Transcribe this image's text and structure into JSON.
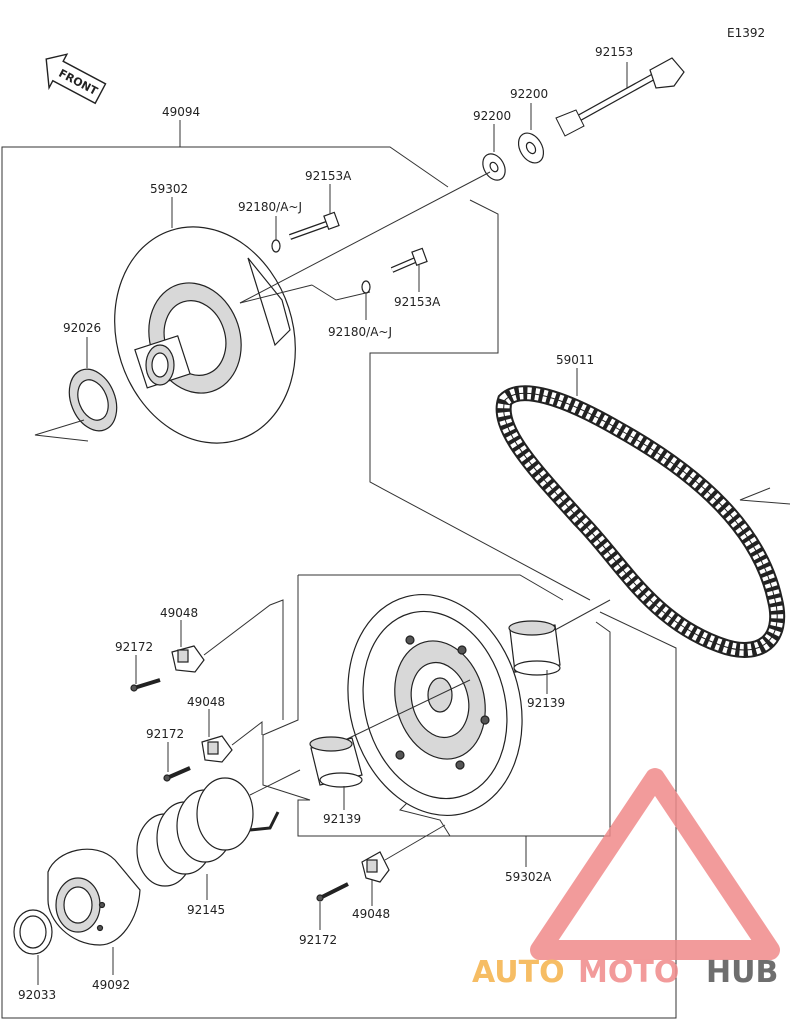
{
  "diagram_code": "E1392",
  "front_label": "FRONT",
  "parts": {
    "assy_driven": "49094",
    "bolt_main": "92153",
    "washer_a": "92200",
    "washer_b": "92200",
    "sheave_fixed": "59302",
    "bolt_a1": "92153A",
    "bolt_a2": "92153A",
    "washer_c1": "92180/A~J",
    "washer_c2": "92180/A~J",
    "shim": "92026",
    "belt": "59011",
    "weight_1": "49048",
    "weight_2": "49048",
    "weight_3": "49048",
    "screw_1": "92172",
    "screw_2": "92172",
    "screw_3": "92172",
    "bush_1": "92139",
    "bush_2": "92139",
    "spring": "92145",
    "sheave_movable": "59302A",
    "cam": "49092",
    "circlip": "92033"
  },
  "watermark": {
    "text_a": "AUTO",
    "text_b": "MOTO",
    "text_c": "HUB",
    "color_a": "#f5b24a",
    "color_b": "#f08a8a",
    "color_c": "#555555",
    "triangle_color": "#f08a8a"
  }
}
